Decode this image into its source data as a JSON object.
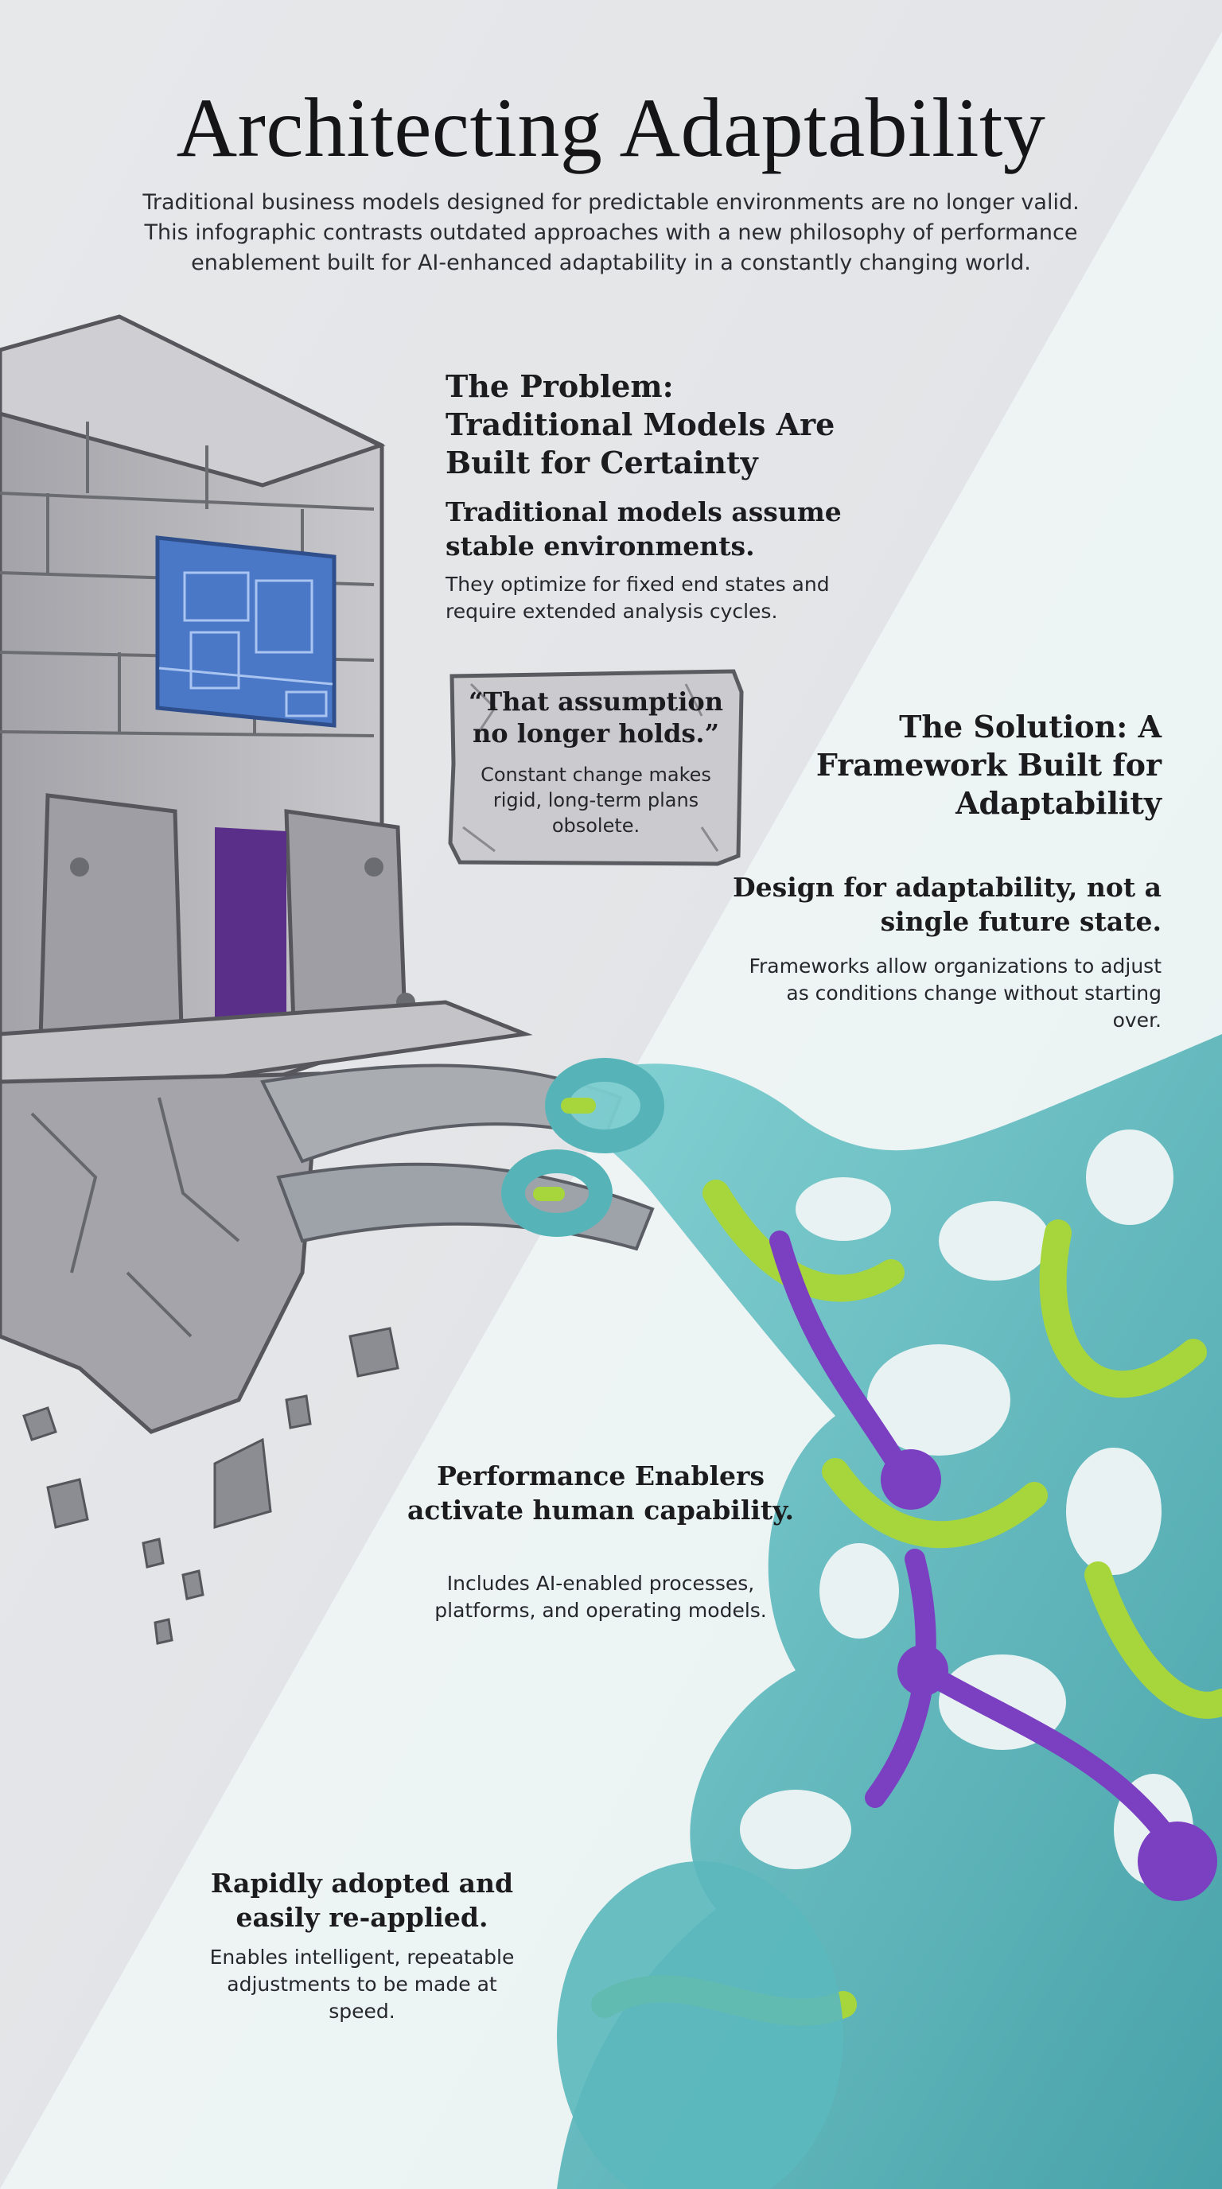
{
  "page": {
    "title": "Architecting Adaptability",
    "intro": "Traditional business models designed for predictable environments are no longer valid. This infographic contrasts outdated approaches with a new philosophy of performance enablement built for AI-enhanced adaptability in a constantly changing world."
  },
  "problem": {
    "heading": "The Problem: Traditional Models Are Built for Certainty",
    "subheading": "Traditional models assume stable environments.",
    "body": "They optimize for fixed end states and require extended analysis cycles.",
    "quote": "“That assumption no longer holds.”",
    "quote_body": "Constant change makes rigid, long-term plans obsolete."
  },
  "solution": {
    "heading": "The Solution: A Framework Built for Adaptability",
    "subheading": "Design for adaptability, not a single future state.",
    "body": "Frameworks allow organizations to adjust as conditions change without starting over."
  },
  "enablers": {
    "heading": "Performance Enablers activate human capability.",
    "body": "Includes AI-enabled processes, platforms, and operating models."
  },
  "rapid": {
    "heading": "Rapidly adopted and easily re-applied.",
    "body": "Enables intelligent, repeatable adjustments to be made at speed."
  },
  "colors": {
    "stone_light": "#b9b9bd",
    "stone_dark": "#6f6f76",
    "blueprint": "#4a78c6",
    "teal": "#5bb8bc",
    "lime": "#a6d63c",
    "purple": "#7b3fc1",
    "background": "#e9eaec"
  },
  "icons": [
    "stone-tower-illustration",
    "blueprint-icon",
    "adaptive-network-illustration"
  ]
}
